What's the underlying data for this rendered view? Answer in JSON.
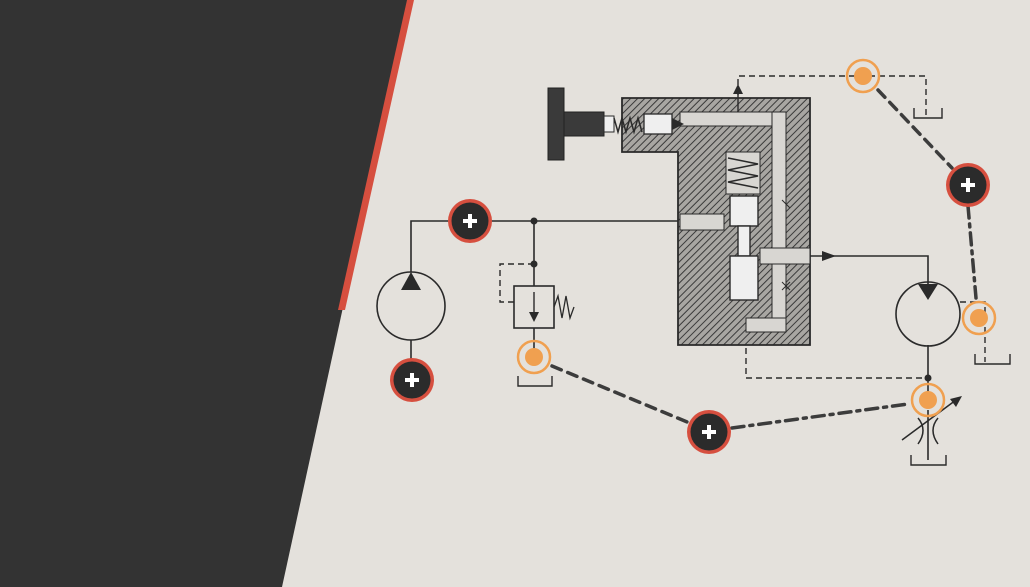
{
  "colors": {
    "background": "#e4e1dc",
    "dark_panel": "#333333",
    "accent_red": "#d64f3f",
    "hotspot_fill": "#2b2b2b",
    "marker_orange": "#f0a050",
    "line": "#2a2a2a",
    "hatch_body": "#8f8f8f"
  },
  "hotspots": [
    {
      "name": "pressure-line-hotspot",
      "icon": "plus-icon"
    },
    {
      "name": "pump-hotspot",
      "icon": "plus-icon"
    },
    {
      "name": "pilot-line-hotspot",
      "icon": "plus-icon"
    },
    {
      "name": "signal-line-hotspot",
      "icon": "plus-icon"
    }
  ],
  "markers": [
    {
      "name": "relief-valve-marker"
    },
    {
      "name": "drain-marker"
    },
    {
      "name": "motor-pilot-marker"
    },
    {
      "name": "throttle-marker"
    }
  ]
}
